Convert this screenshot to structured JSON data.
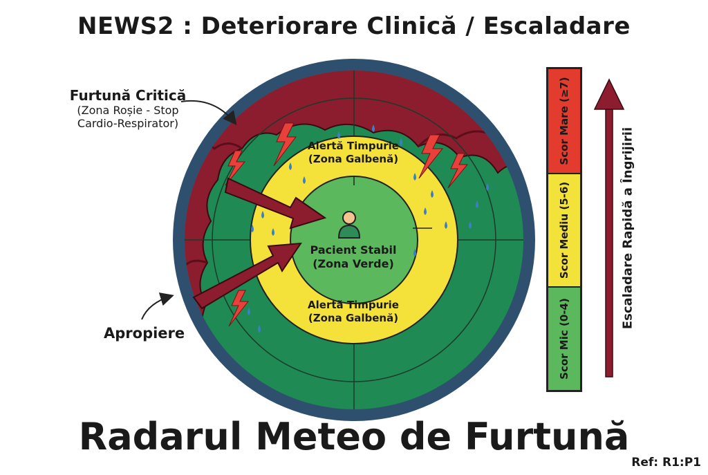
{
  "title": "NEWS2 : Deteriorare Clinică / Escaladare",
  "bottom_title": "Radarul Meteo de Furtună",
  "reference": "Ref: R1:P1",
  "labels": {
    "storm_title": "Furtună Critică",
    "storm_sub_1": "(Zona Roșie - Stop",
    "storm_sub_2": "Cardio-Respirator)",
    "approach": "Apropiere"
  },
  "zones": {
    "upper_yellow_1": "Alertă Timpurie",
    "upper_yellow_2": "(Zona Galbenă)",
    "center_1": "Pacient Stabil",
    "center_2": "(Zona Verde)",
    "lower_yellow_1": "Alertă Timpurie",
    "lower_yellow_2": "(Zona Galbenă)"
  },
  "scale": {
    "high": "Scor Mare (≥7)",
    "medium": "Scor Mediu (5-6)",
    "low": "Scor Mic (0-4)",
    "axis_label": "Escaladare Rapidă a Îngrijirii"
  },
  "colors": {
    "red": "#8c1d2e",
    "dark_green": "#1f8a54",
    "yellow": "#f4e13a",
    "light_green": "#5cb85c",
    "outline": "#2f4f6f",
    "scale_red": "#e33b2e",
    "scale_yellow": "#f3e23a",
    "scale_green": "#5cb85c"
  }
}
